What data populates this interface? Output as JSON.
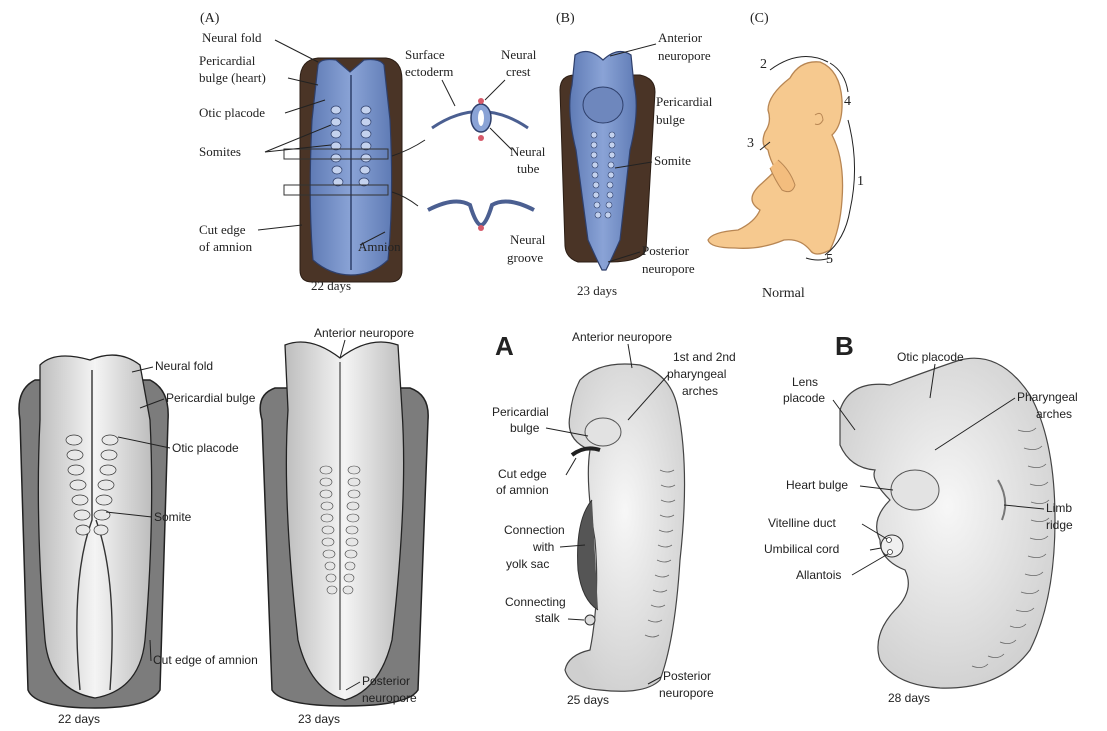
{
  "top_row": {
    "panel_a": {
      "letter": "(A)",
      "labels": {
        "neural_fold": "Neural fold",
        "pericardial_bulge_1": "Pericardial",
        "pericardial_bulge_2": "bulge (heart)",
        "otic_placode": "Otic placode",
        "somites": "Somites",
        "cut_edge_1": "Cut edge",
        "cut_edge_2": "of amnion",
        "amnion": "Amnion",
        "surface_ectoderm_1": "Surface",
        "surface_ectoderm_2": "ectoderm",
        "neural_crest_1": "Neural",
        "neural_crest_2": "crest",
        "neural_tube_1": "Neural",
        "neural_tube_2": "tube",
        "neural_groove_1": "Neural",
        "neural_groove_2": "groove"
      },
      "age": "22 days"
    },
    "panel_b": {
      "letter": "(B)",
      "labels": {
        "anterior_neuropore_1": "Anterior",
        "anterior_neuropore_2": "neuropore",
        "pericardial_bulge_1": "Pericardial",
        "pericardial_bulge_2": "bulge",
        "somite": "Somite",
        "posterior_neuropore_1": "Posterior",
        "posterior_neuropore_2": "neuropore"
      },
      "age": "23 days"
    },
    "panel_c": {
      "letter": "(C)",
      "numbers": [
        "1",
        "2",
        "3",
        "4",
        "5"
      ],
      "caption": "Normal"
    }
  },
  "bottom_row": {
    "embryo_22": {
      "labels": {
        "neural_fold": "Neural fold",
        "pericardial_bulge": "Pericardial bulge",
        "otic_placode": "Otic placode",
        "somite": "Somite",
        "cut_edge_of_amnion": "Cut edge of amnion"
      },
      "age": "22 days"
    },
    "embryo_23": {
      "labels": {
        "anterior_neuropore": "Anterior neuropore",
        "posterior_neuropore_1": "Posterior",
        "posterior_neuropore_2": "neuropore"
      },
      "age": "23 days"
    },
    "embryo_25": {
      "letter": "A",
      "labels": {
        "anterior_neuropore": "Anterior neuropore",
        "pharyngeal_1": "1st and 2nd",
        "pharyngeal_2": "pharyngeal",
        "pharyngeal_3": "arches",
        "pericardial_1": "Pericardial",
        "pericardial_2": "bulge",
        "cut_edge_1": "Cut edge",
        "cut_edge_2": "of amnion",
        "connection_1": "Connection",
        "connection_2": "with",
        "connection_3": "yolk sac",
        "connecting_1": "Connecting",
        "connecting_2": "stalk",
        "posterior_1": "Posterior",
        "posterior_2": "neuropore"
      },
      "age": "25 days"
    },
    "embryo_28": {
      "letter": "B",
      "labels": {
        "otic_placode": "Otic placode",
        "lens_1": "Lens",
        "lens_2": "placode",
        "pharyngeal_1": "Pharyngeal",
        "pharyngeal_2": "arches",
        "heart_bulge": "Heart bulge",
        "limb_1": "Limb",
        "limb_2": "ridge",
        "vitelline_duct": "Vitelline duct",
        "umbilical_cord": "Umbilical cord",
        "allantois": "Allantois"
      },
      "age": "28 days"
    }
  }
}
